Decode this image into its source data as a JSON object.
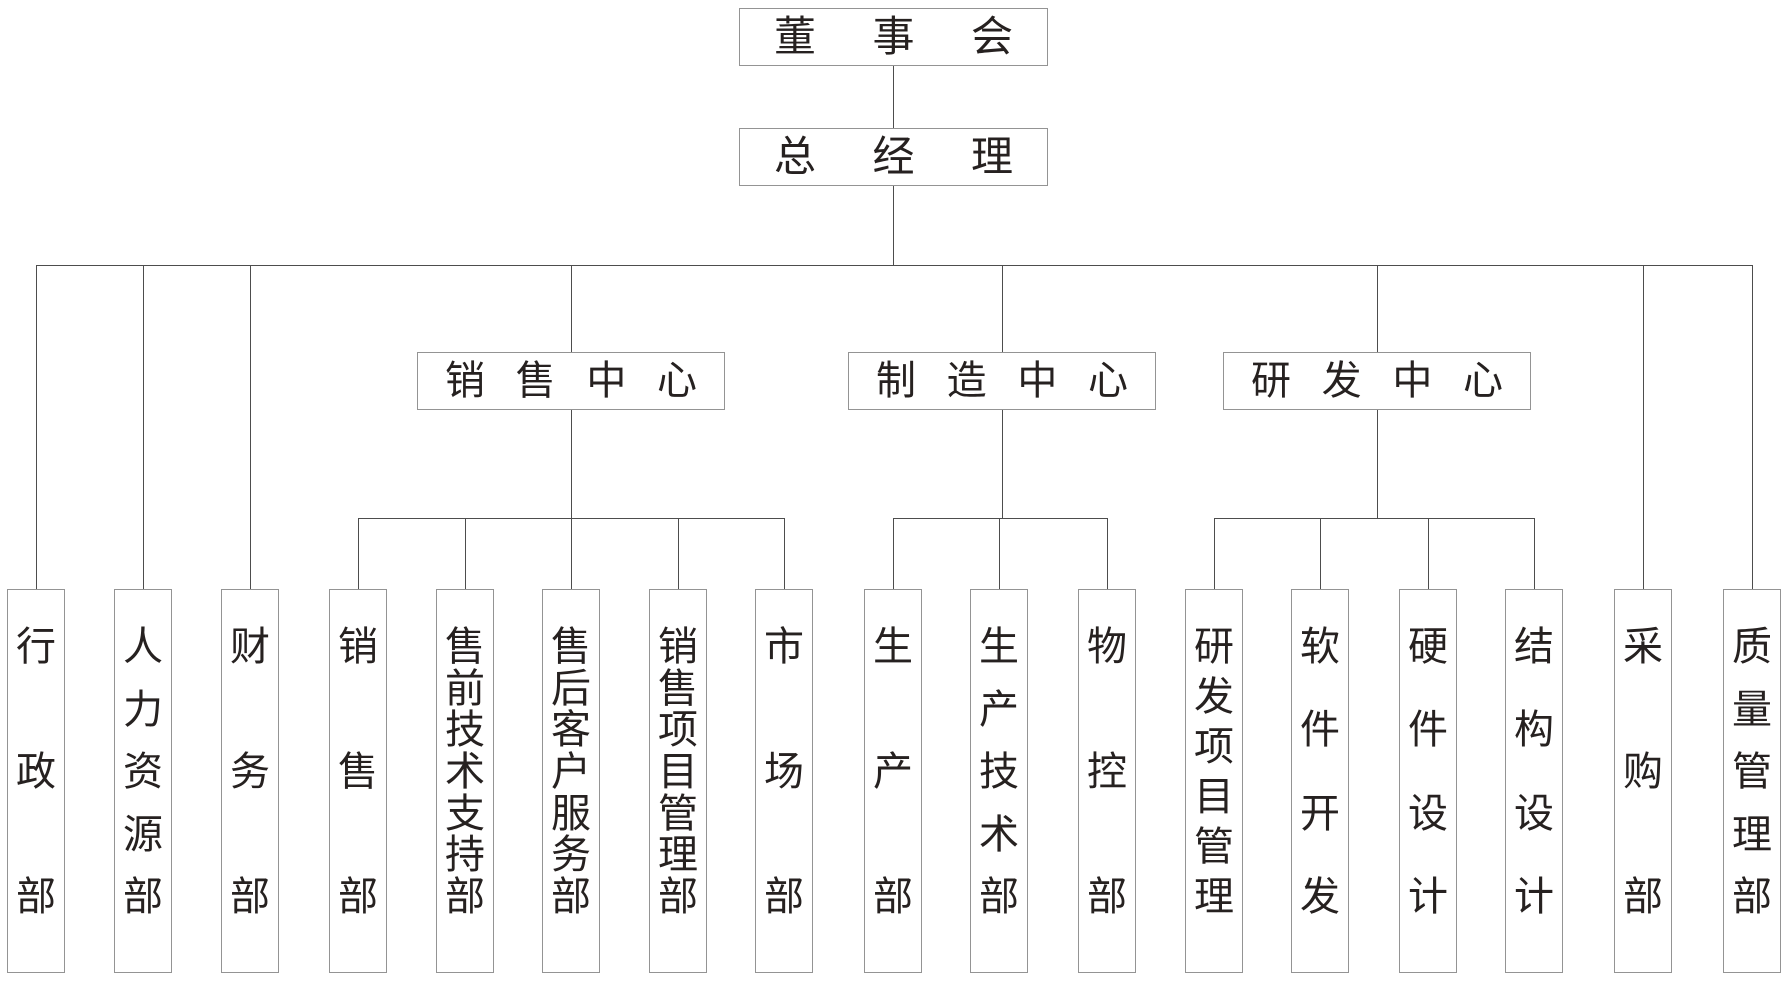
{
  "org": {
    "board": "董事会",
    "general_manager": "总经理",
    "centers": [
      {
        "name": "销售中心",
        "departments": [
          "销售部",
          "售前技术支持部",
          "售后客户服务部",
          "销售项目管理部",
          "市场部"
        ]
      },
      {
        "name": "制造中心",
        "departments": [
          "生产部",
          "生产技术部",
          "物控部"
        ]
      },
      {
        "name": "研发中心",
        "departments": [
          "研发项目管理",
          "软件开发",
          "硬件设计",
          "结构设计"
        ]
      }
    ],
    "direct_departments_left": [
      "行政部",
      "人力资源部",
      "财务部"
    ],
    "direct_departments_right": [
      "采购部",
      "质量管理部"
    ]
  },
  "colors": {
    "line": "#4d4d4d",
    "box_border": "#949494",
    "text": "#262120",
    "background": "#ffffff"
  }
}
